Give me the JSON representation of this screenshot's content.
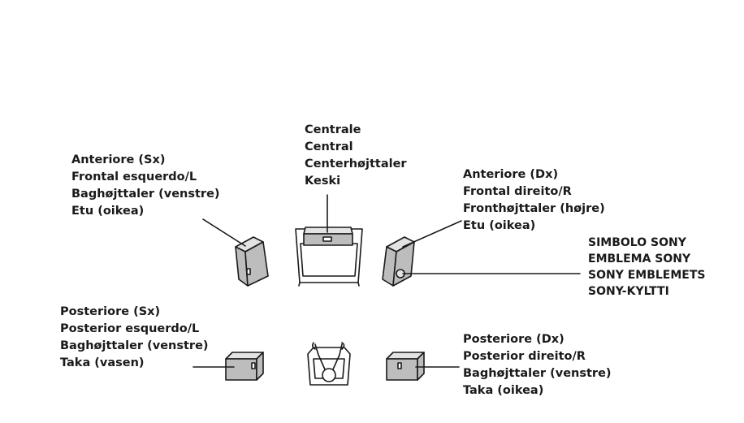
{
  "labels": {
    "center": [
      "Centrale",
      "Central",
      "Centerhøjttaler",
      "Keski"
    ],
    "front_left": [
      "Anteriore (Sx)",
      "Frontal esquerdo/L",
      "Baghøjttaler (venstre)",
      "Etu (oikea)"
    ],
    "front_right": [
      "Anteriore (Dx)",
      "Frontal direito/R",
      "Fronthøjttaler (højre)",
      "Etu (oikea)"
    ],
    "sony_emblem": [
      "SIMBOLO SONY",
      "EMBLEMA SONY",
      "SONY EMBLEMETS",
      "SONY-KYLTTI"
    ],
    "rear_left": [
      "Posteriore (Sx)",
      "Posterior esquerdo/L",
      "Baghøjttaler (venstre)",
      "Taka (vasen)"
    ],
    "rear_right": [
      "Posteriore (Dx)",
      "Posterior direito/R",
      "Baghøjttaler (venstre)",
      "Taka (oikea)"
    ]
  },
  "colors": {
    "line": "#1a1a1a",
    "speaker_fill": "#bdbdbd",
    "speaker_front": "#e3e3e3",
    "tv_fill": "#ffffff"
  }
}
